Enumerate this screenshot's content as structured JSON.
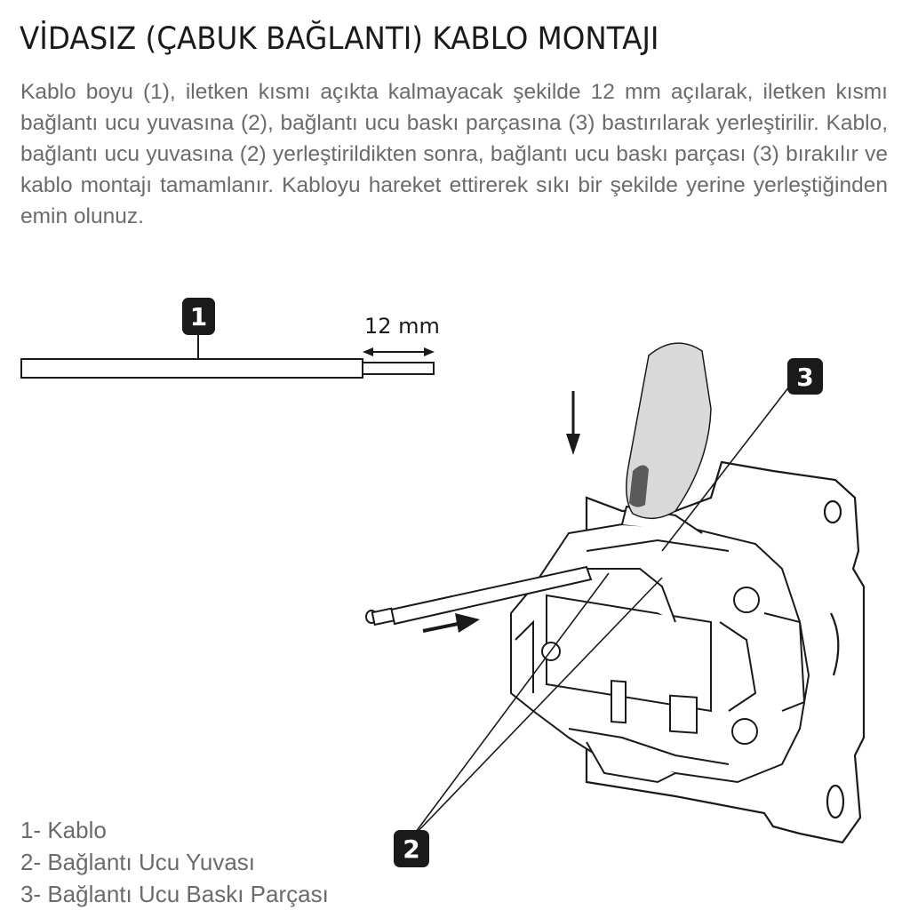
{
  "title": "VİDASIZ (ÇABUK BAĞLANTI) KABLO MONTAJI",
  "description": "Kablo boyu (1), iletken kısmı açıkta kalmayacak şekilde 12 mm açılarak, iletken kısmı  bağlantı ucu yuvasına (2), bağlantı ucu baskı parçasına (3) bastırılarak yerleştirilir. Kablo, bağlantı ucu yuvasına (2) yerleştirildikten sonra,  bağlantı ucu  baskı parçası (3) bırakılır ve kablo montajı tamamlanır. Kabloyu hareket ettirerek sıkı bir şekilde yerine yerleştiğinden emin olunuz.",
  "diagram": {
    "dimension_label": "12 mm",
    "callouts": [
      "1",
      "2",
      "3"
    ]
  },
  "legend": [
    "1- Kablo",
    "2- Bağlantı Ucu Yuvası",
    "3- Bağlantı Ucu Baskı Parçası"
  ]
}
